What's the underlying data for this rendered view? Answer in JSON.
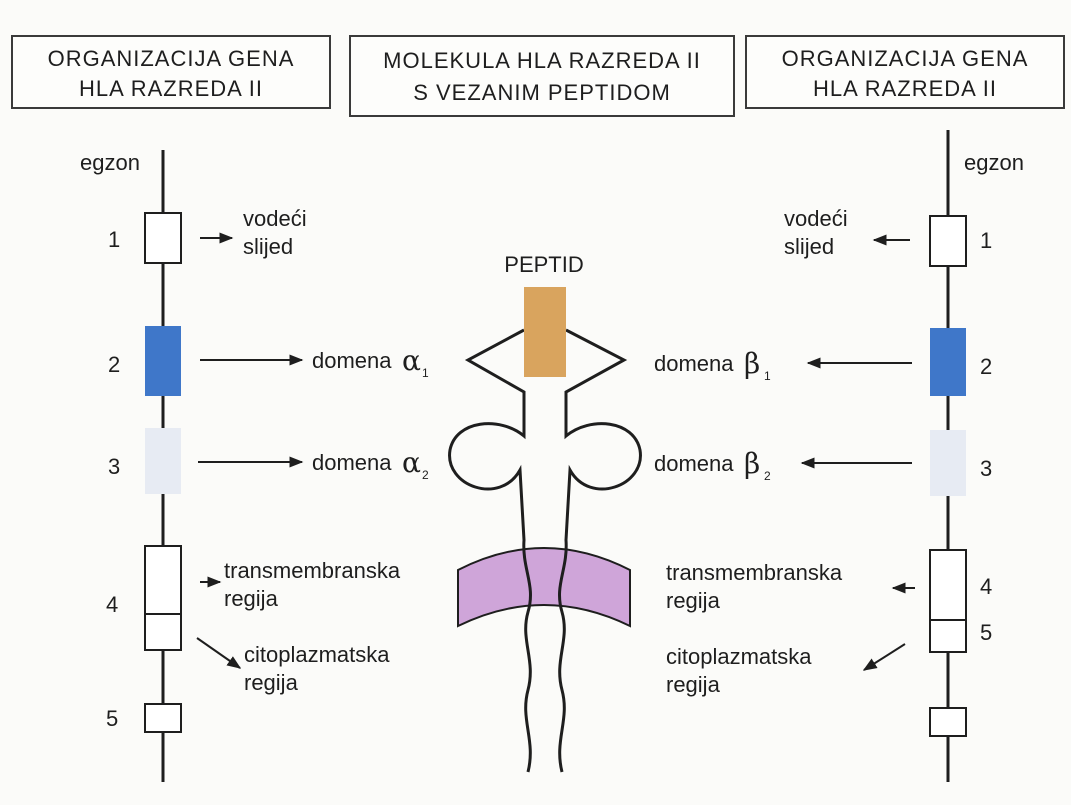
{
  "headers": {
    "left": [
      "ORGANIZACIJA GENA",
      "HLA RAZREDA   II"
    ],
    "center": [
      "MOLEKULA HLA RAZREDA   II",
      "S VEZANIM PEPTIDOM"
    ],
    "right": [
      "ORGANIZACIJA GENA",
      "HLA RAZREDA   II"
    ]
  },
  "left_gene": {
    "egzon_label": "egzon",
    "exon_numbers": [
      "1",
      "2",
      "3",
      "4",
      "5"
    ]
  },
  "right_gene": {
    "egzon_label": "egzon",
    "exon_numbers": [
      "1",
      "2",
      "3",
      "4",
      "5"
    ]
  },
  "labels": {
    "leader_left": [
      "vodeći",
      "slijed"
    ],
    "leader_right": [
      "vodeći",
      "slijed"
    ],
    "domain_alpha1": "domena",
    "domain_alpha1_sub": "1",
    "domain_alpha2": "domena",
    "domain_alpha2_sub": "2",
    "domain_beta1": "domena",
    "domain_beta1_sub": "1",
    "domain_beta2": "domena",
    "domain_beta2_sub": "2",
    "transmembrane_left": [
      "transmembranska",
      "regija"
    ],
    "transmembrane_right": [
      "transmembranska",
      "regija"
    ],
    "cytoplasmic_left": [
      "citoplazmatska",
      "regija"
    ],
    "cytoplasmic_right": [
      "citoplazmatska",
      "regija"
    ],
    "peptide": "PEPTID",
    "alpha": "α",
    "beta": "β"
  },
  "colors": {
    "exon2": "#3f77c9",
    "exon3": "#e7ebf3",
    "peptide": "#d9a45e",
    "membrane": "#cfa5d9"
  }
}
